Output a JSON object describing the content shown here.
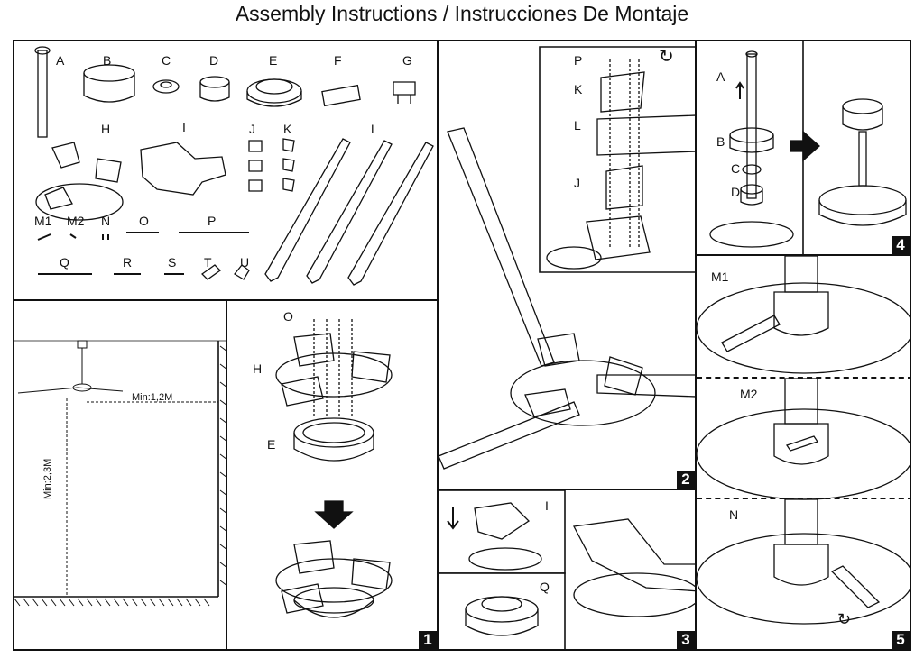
{
  "title": "Assembly Instructions / Instrucciones De Montaje",
  "parts": [
    "A",
    "B",
    "C",
    "D",
    "E",
    "F",
    "G",
    "H",
    "I",
    "J",
    "K",
    "L",
    "M1",
    "M2",
    "N",
    "O",
    "P",
    "Q",
    "R",
    "S",
    "T",
    "U"
  ],
  "clearance": {
    "horizontal": "Min:1,2M",
    "vertical": "Min:2,3M"
  },
  "step1": {
    "number": "1",
    "labels": [
      "O",
      "H",
      "E"
    ]
  },
  "step2": {
    "number": "2",
    "labels": [
      "P",
      "K",
      "L",
      "J"
    ]
  },
  "step3": {
    "number": "3",
    "labels": [
      "I",
      "Q"
    ]
  },
  "step4": {
    "number": "4",
    "labels": [
      "A",
      "B",
      "C",
      "D"
    ]
  },
  "step5": {
    "number": "5",
    "labels": [
      "M1",
      "M2",
      "N"
    ]
  },
  "icons": [
    "arrow-down-icon",
    "arrow-right-icon",
    "rotate-icon",
    "arrow-up-icon"
  ]
}
